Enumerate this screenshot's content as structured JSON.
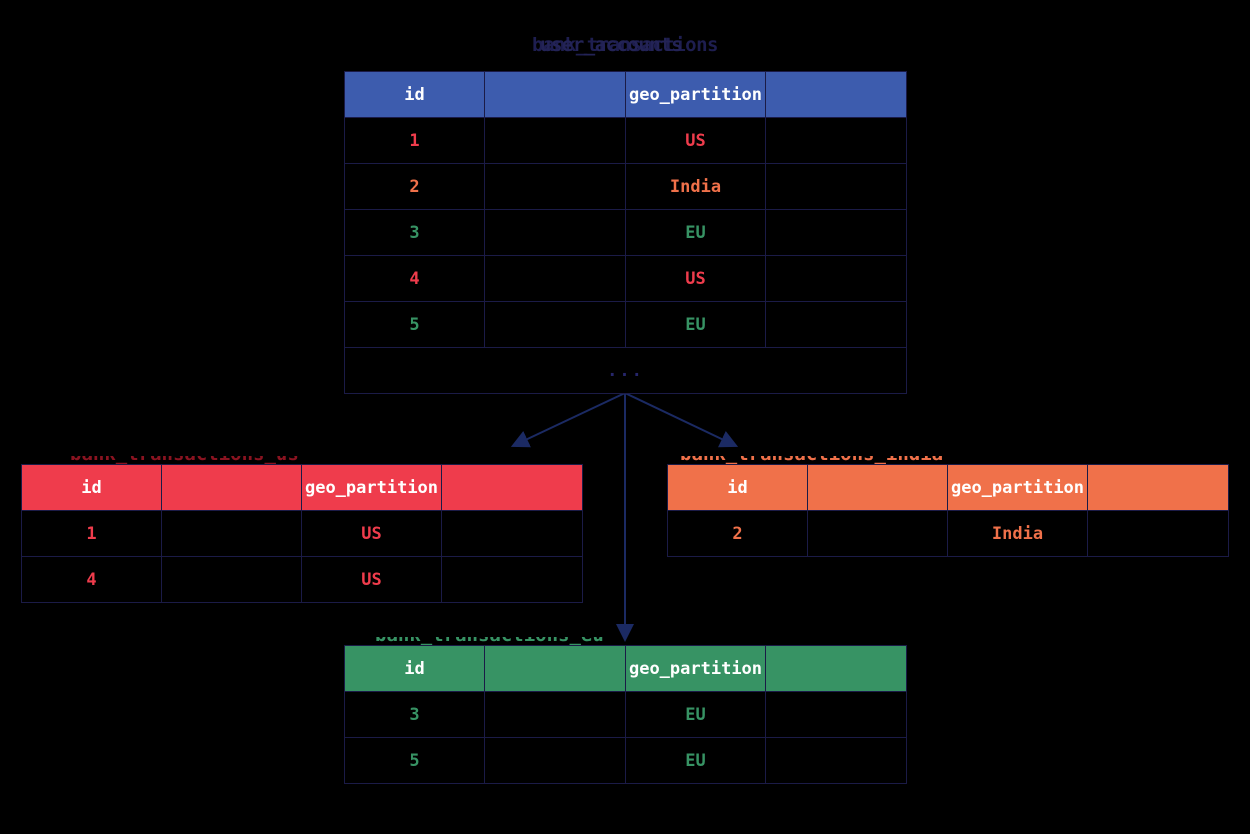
{
  "diagram": {
    "type": "geo-partitioning-table-split",
    "background": "#000000",
    "edge_color": "#1b1b47",
    "border_color": "#1b1b47"
  },
  "main_table": {
    "title": "bank_transactions",
    "title_overlay": "user_accounts",
    "header_color": "#3d5cae",
    "columns": [
      "id",
      "",
      "geo_partition",
      ""
    ],
    "rows": [
      {
        "id": "1",
        "blank1": "",
        "geo_partition": "US",
        "blank2": "",
        "color": "#ef3c4c"
      },
      {
        "id": "2",
        "blank1": "",
        "geo_partition": "India",
        "blank2": "",
        "color": "#f0714a"
      },
      {
        "id": "3",
        "blank1": "",
        "geo_partition": "EU",
        "blank2": "",
        "color": "#379364"
      },
      {
        "id": "4",
        "blank1": "",
        "geo_partition": "US",
        "blank2": "",
        "color": "#ef3c4c"
      },
      {
        "id": "5",
        "blank1": "",
        "geo_partition": "EU",
        "blank2": "",
        "color": "#379364"
      }
    ],
    "overflow_indicator": "..."
  },
  "partitions": [
    {
      "key": "us",
      "title": "bank_transactions_us",
      "header_color": "#ef3c4c",
      "value_color": "#ef3c4c",
      "columns": [
        "id",
        "",
        "geo_partition",
        ""
      ],
      "rows": [
        {
          "id": "1",
          "blank1": "",
          "geo_partition": "US",
          "blank2": ""
        },
        {
          "id": "4",
          "blank1": "",
          "geo_partition": "US",
          "blank2": ""
        }
      ]
    },
    {
      "key": "india",
      "title": "bank_transactions_india",
      "header_color": "#f0714a",
      "value_color": "#f0714a",
      "columns": [
        "id",
        "",
        "geo_partition",
        ""
      ],
      "rows": [
        {
          "id": "2",
          "blank1": "",
          "geo_partition": "India",
          "blank2": ""
        }
      ]
    },
    {
      "key": "eu",
      "title": "bank_transactions_eu",
      "header_color": "#379364",
      "value_color": "#379364",
      "columns": [
        "id",
        "",
        "geo_partition",
        ""
      ],
      "rows": [
        {
          "id": "3",
          "blank1": "",
          "geo_partition": "EU",
          "blank2": ""
        },
        {
          "id": "5",
          "blank1": "",
          "geo_partition": "EU",
          "blank2": ""
        }
      ]
    }
  ]
}
